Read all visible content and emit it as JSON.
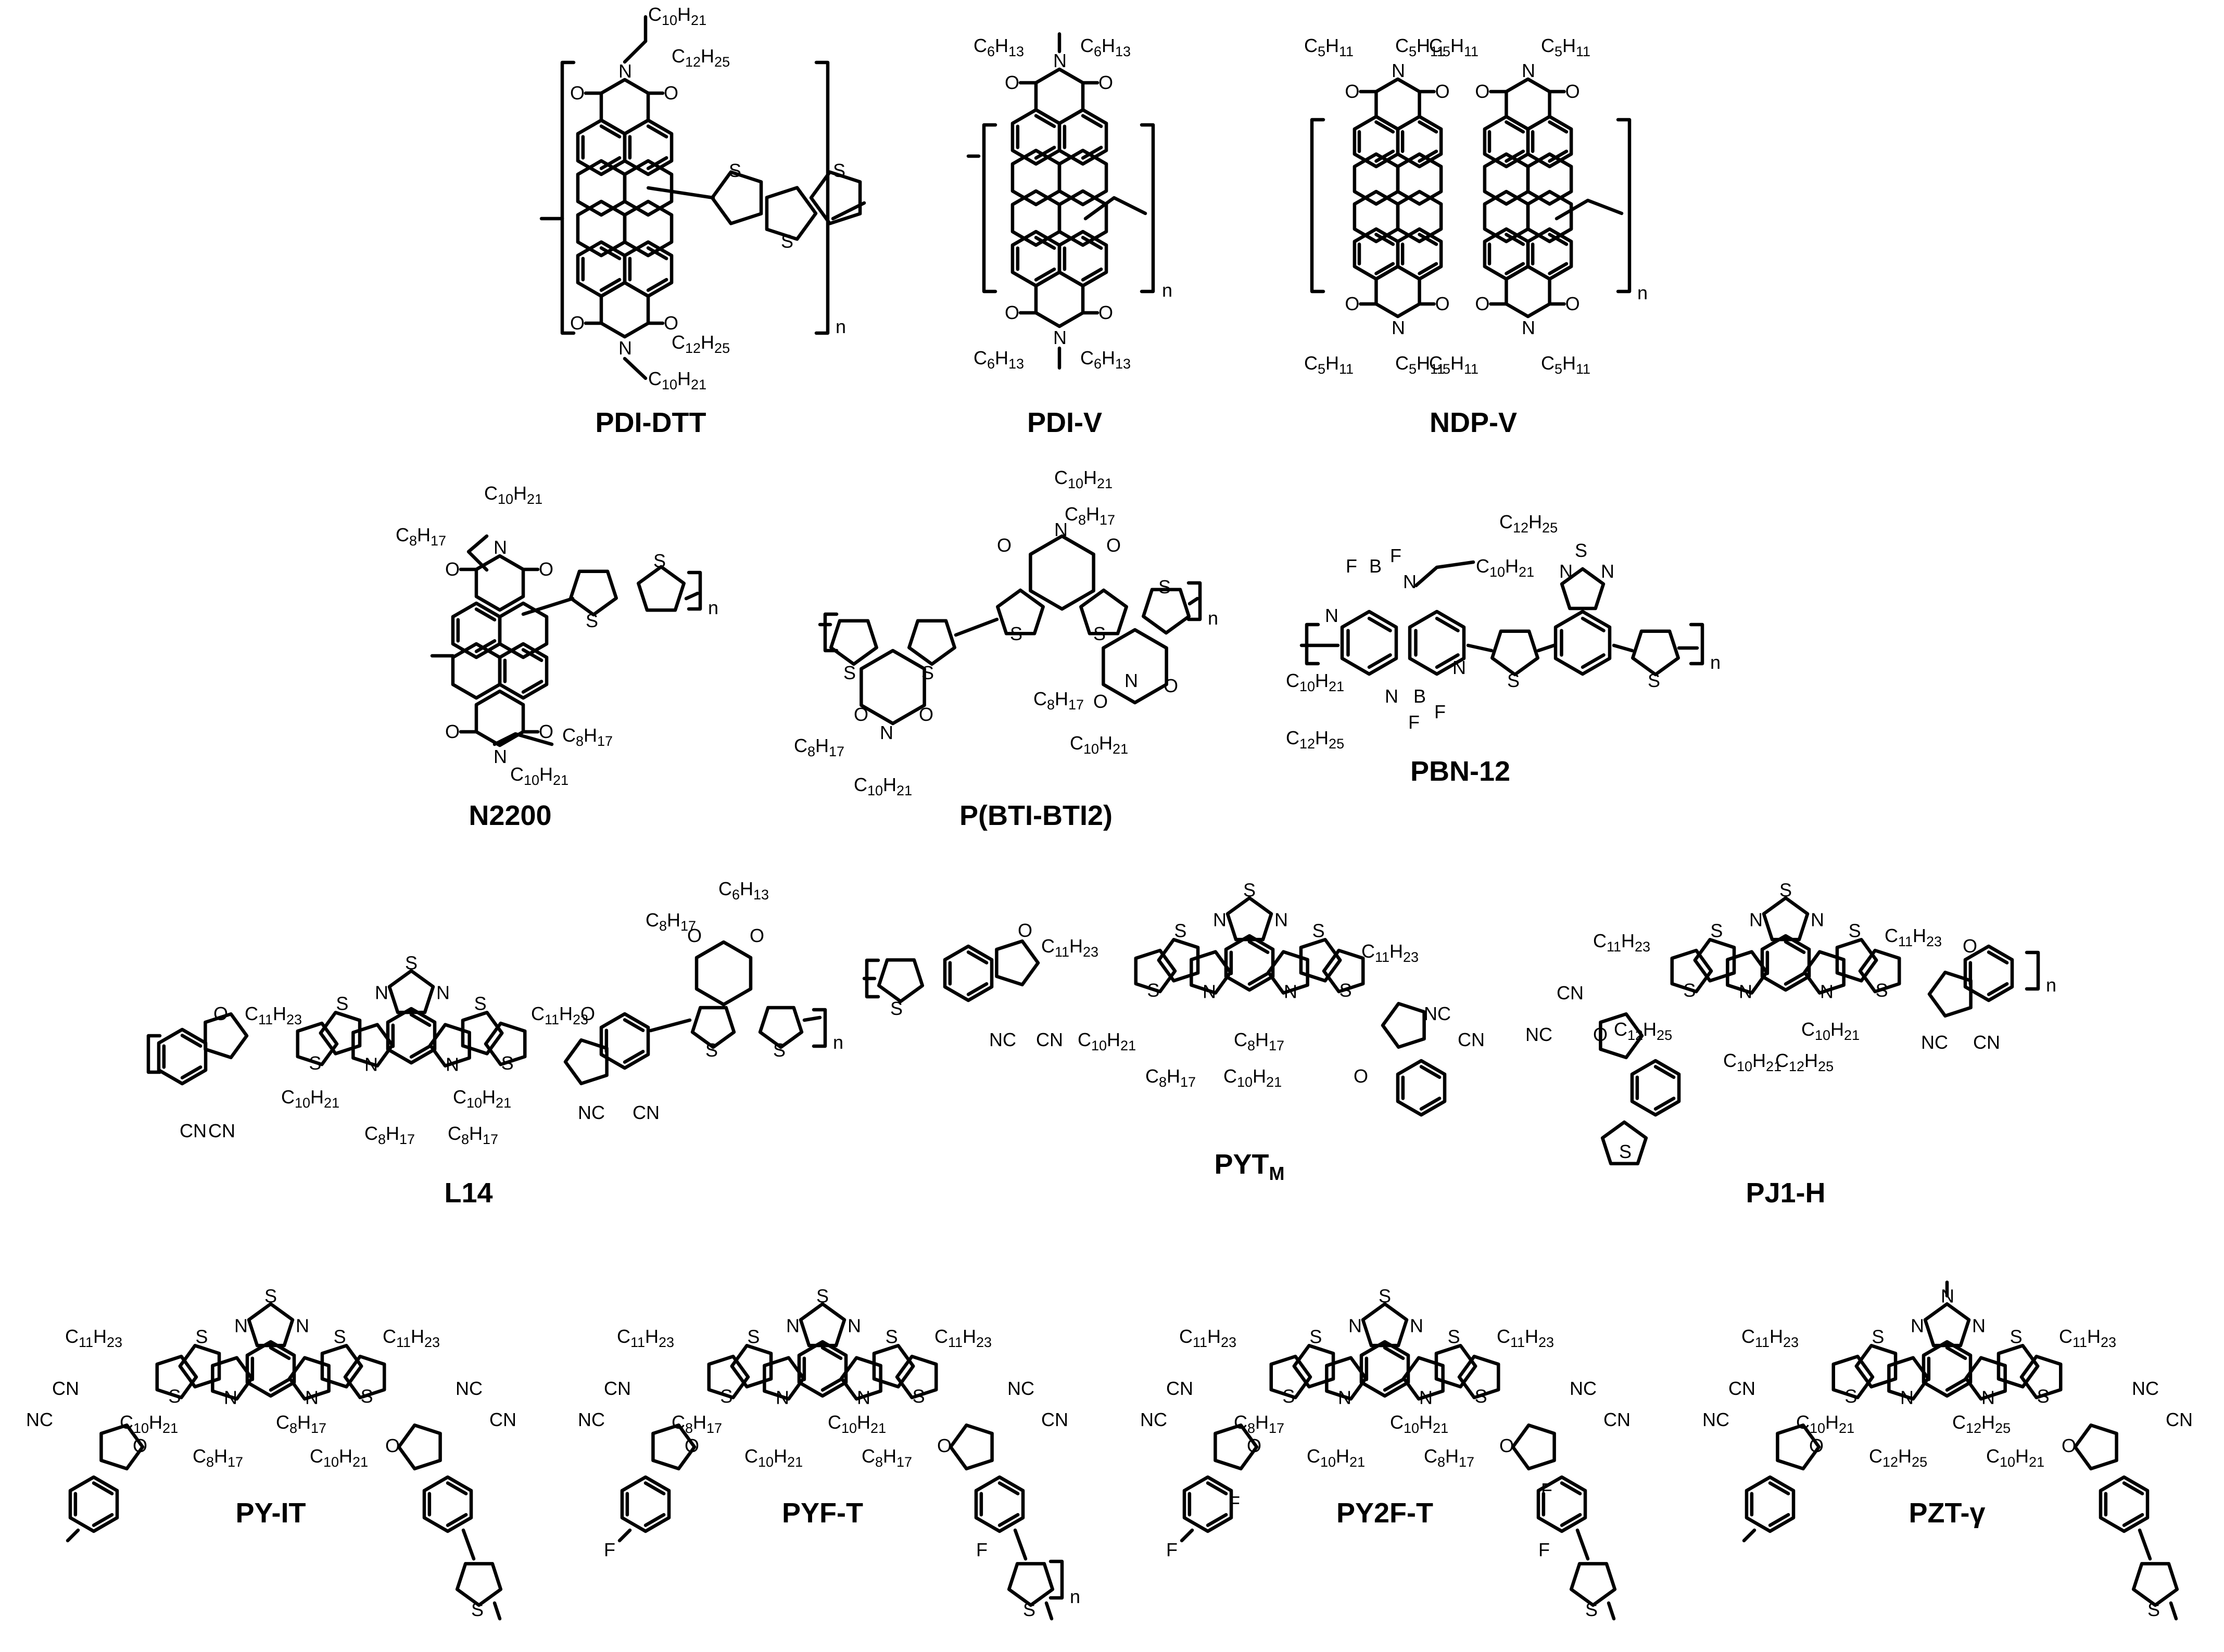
{
  "molecules": [
    {
      "label": "PDI-DTT",
      "sides": {
        "top_a": "C10H21",
        "top_b": "C12H25",
        "bot_a": "C12H25",
        "bot_b": "C10H21"
      }
    },
    {
      "label": "PDI-V",
      "sides": {
        "top": "C6H13",
        "bot": "C6H13"
      }
    },
    {
      "label": "NDP-V",
      "sides": {
        "top": "C5H11",
        "bot": "C5H11"
      }
    },
    {
      "label": "N2200",
      "sides": {
        "top_a": "C10H21",
        "top_b": "C8H17",
        "bot_a": "C8H17",
        "bot_b": "C10H21"
      }
    },
    {
      "label": "P(BTI-BTI2)",
      "sides": {
        "a": "C10H21",
        "b": "C8H17"
      }
    },
    {
      "label": "PBN-12",
      "sides": {
        "a": "C12H25",
        "b": "C10H21"
      },
      "atoms": [
        "B",
        "F",
        "N"
      ]
    },
    {
      "label": "L14",
      "sides": {
        "a": "C11H23",
        "b": "C10H21",
        "c": "C8H17",
        "d": "C6H13"
      }
    },
    {
      "label_main": "PYT",
      "label_sub": "M",
      "sides": {
        "a": "C11H23",
        "b": "C10H21",
        "c": "C8H17"
      }
    },
    {
      "label": "PJ1-H",
      "sides": {
        "a": "C11H23",
        "b": "C12H25",
        "c": "C10H21"
      }
    },
    {
      "label": "PY-IT",
      "sides": {
        "a": "C11H23",
        "b": "C10H21",
        "c": "C8H17"
      }
    },
    {
      "label": "PYF-T",
      "sides": {
        "a": "C11H23",
        "b": "C8H17",
        "c": "C10H21"
      },
      "atoms": [
        "F"
      ]
    },
    {
      "label": "PY2F-T",
      "sides": {
        "a": "C11H23",
        "b": "C8H17",
        "c": "C10H21"
      },
      "atoms": [
        "F"
      ]
    },
    {
      "label": "PZT-γ",
      "sides": {
        "a": "C11H23",
        "b": "C10H21",
        "c": "C12H25"
      }
    }
  ],
  "common_atoms": {
    "S": "S",
    "N": "N",
    "O": "O",
    "CN": "CN",
    "n": "n",
    "NC": "NC"
  }
}
